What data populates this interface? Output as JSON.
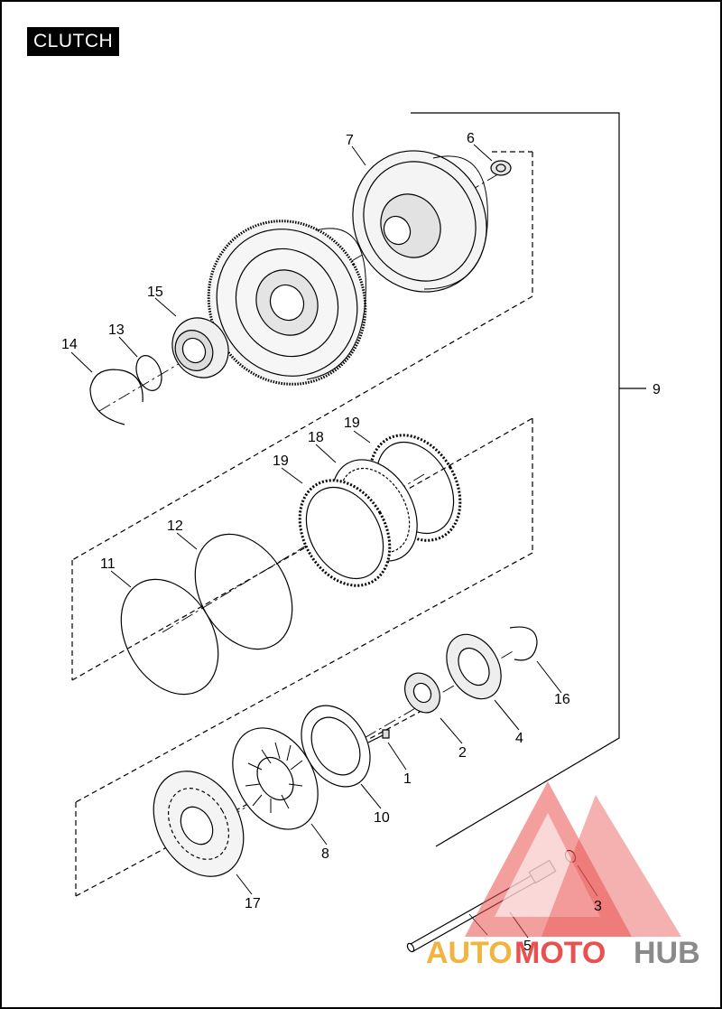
{
  "title": "CLUTCH",
  "callouts": {
    "c1": "1",
    "c2": "2",
    "c3": "3",
    "c4": "4",
    "c5": "5",
    "c6": "6",
    "c7": "7",
    "c8": "8",
    "c9": "9",
    "c10": "10",
    "c11": "11",
    "c12": "12",
    "c13": "13",
    "c14": "14",
    "c15": "15",
    "c16": "16",
    "c17": "17",
    "c18": "18",
    "c19a": "19",
    "c19b": "19"
  },
  "watermark": {
    "part1": "AUTO",
    "part2": "MOTO",
    "part3": "HUB",
    "colors": {
      "auto": "#f2b441",
      "moto": "#e8514f",
      "hub": "#8a8a8a"
    }
  }
}
